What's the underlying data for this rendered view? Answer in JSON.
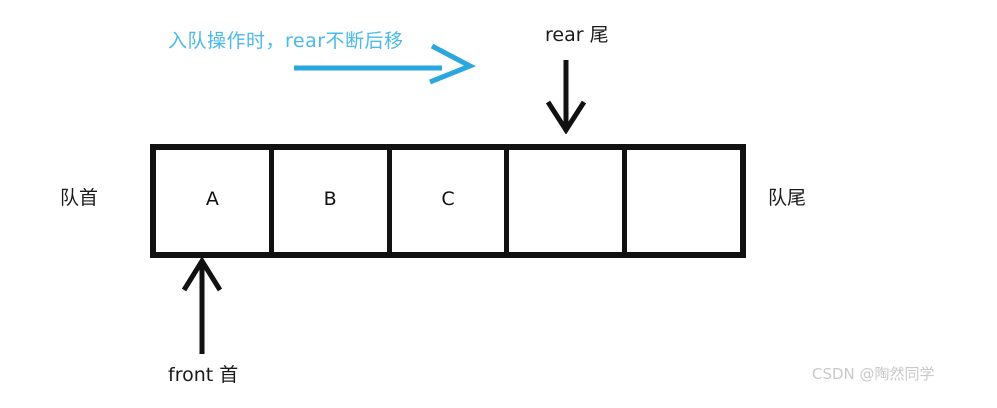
{
  "diagram": {
    "title_text": "入队操作时，rear不断后移",
    "colors": {
      "blue_text": "#4cb9e8",
      "blue_arrow": "#29a8e0",
      "ink": "#111111",
      "watermark": "#c9c9c9"
    },
    "annotations": {
      "enqueue_note": "入队操作时，rear不断后移",
      "rear_label": "rear 尾",
      "front_label": "front 首",
      "queue_head_label": "队首",
      "queue_tail_label": "队尾"
    },
    "queue": {
      "cells": [
        {
          "value": "A"
        },
        {
          "value": "B"
        },
        {
          "value": "C"
        },
        {
          "value": ""
        },
        {
          "value": ""
        }
      ],
      "front_index": 0,
      "rear_index": 3
    },
    "icons": {
      "enqueue_arrow": "arrow-right-icon",
      "rear_arrow": "arrow-down-icon",
      "front_arrow": "arrow-up-icon"
    },
    "watermark": "CSDN @陶然同学"
  }
}
